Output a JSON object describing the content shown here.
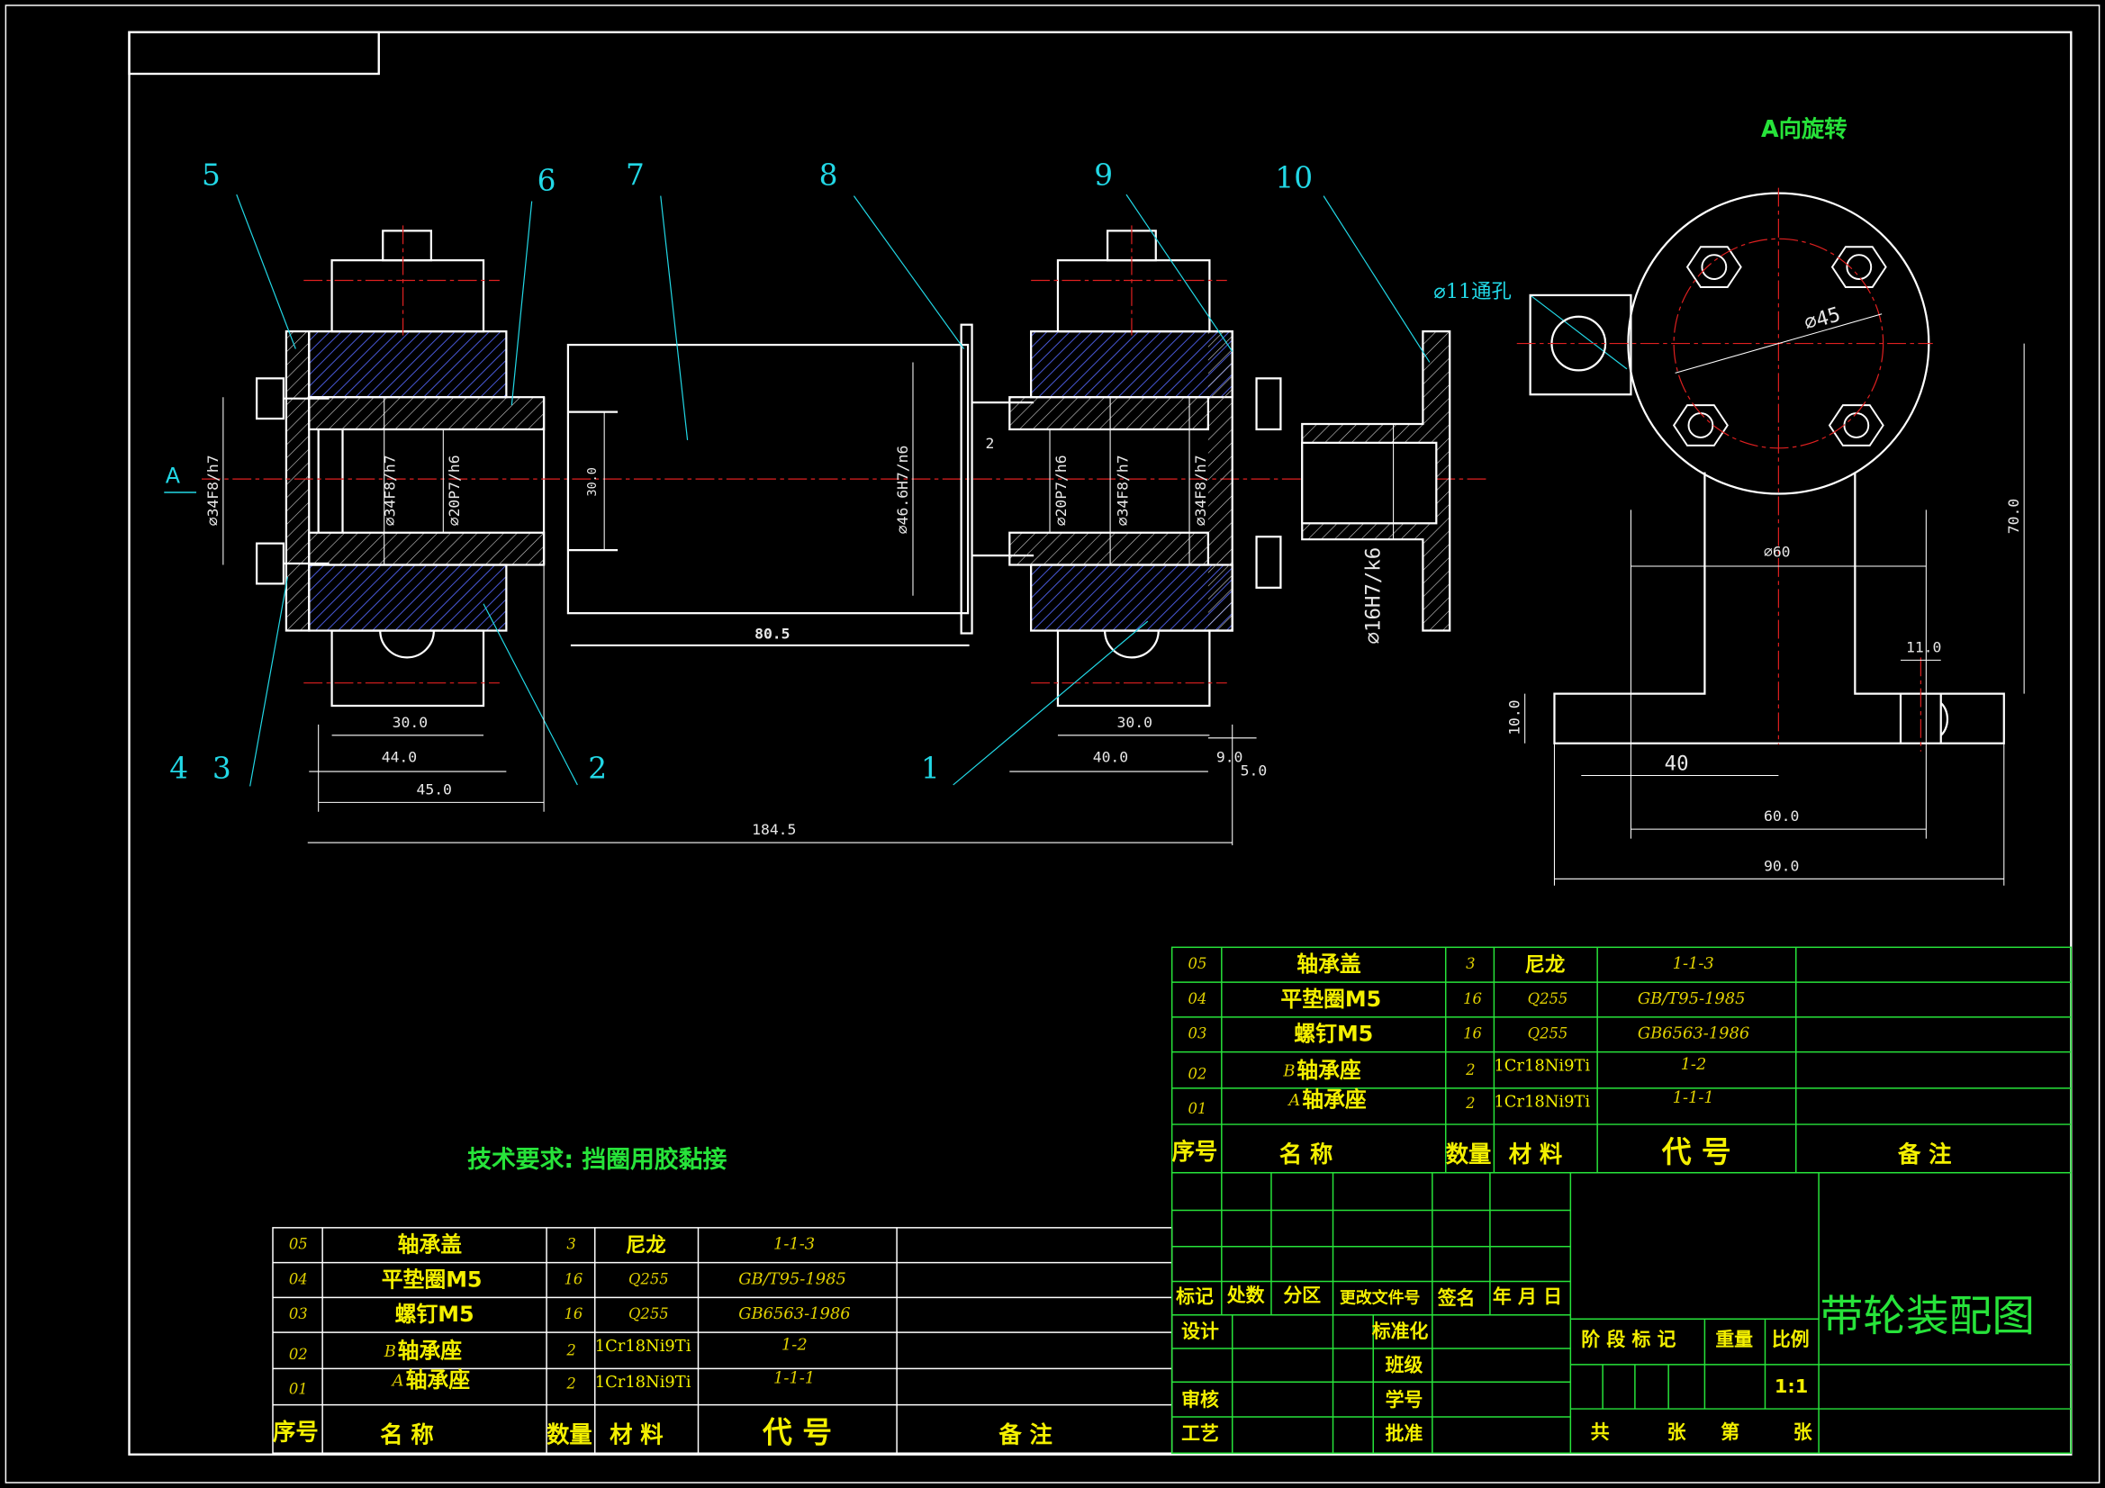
{
  "colors": {
    "background": "#000000",
    "outline": "#ffffff",
    "leader_cyan": "#22d8e6",
    "center_red": "#e02020",
    "hatch_blue": "#4a5adc",
    "table_green": "#27e33a",
    "text_yellow": "#f4f000"
  },
  "balloons": [
    "5",
    "6",
    "7",
    "8",
    "9",
    "10",
    "4",
    "3",
    "2",
    "1"
  ],
  "section_label": "A",
  "view_title": "A向旋转",
  "technical_requirement": "技术要求: 挡圈用胶黏接",
  "dimensions": {
    "left_fits": [
      "⌀34F8/h7",
      "⌀34F8/h7",
      "⌀20P7/h6"
    ],
    "tube_dia": "30.0",
    "tube_len": "80.5",
    "gap": "2",
    "flange_fit": "⌀46.6H7/n6",
    "right_fits": [
      "⌀20P7/h6",
      "⌀34F8/h7",
      "⌀34F8/h7"
    ],
    "coupling_fit": "⌀16H7/k6",
    "left_bottom": [
      "30.0",
      "44.0",
      "45.0"
    ],
    "overall": "184.5",
    "right_bottom": [
      "30.0",
      "40.0",
      "9.0",
      "5.0"
    ],
    "side_view": {
      "hole_note": "⌀11通孔",
      "bolt_circle": "⌀45",
      "width60": "⌀60",
      "height70": "70.0",
      "slot": "11.0",
      "base_h": "10.0",
      "offset40": "40",
      "span60": "60.0",
      "span90": "90.0"
    }
  },
  "parts_header": {
    "no": "序号",
    "name": "名 称",
    "qty": "数量",
    "material": "材 料",
    "code": "代 号",
    "remark": "备 注"
  },
  "parts": [
    {
      "no": "05",
      "prefix": "",
      "name": "轴承盖",
      "qty": "3",
      "material": "尼龙",
      "code": "1-1-3"
    },
    {
      "no": "04",
      "prefix": "",
      "name": "平垫圈M5",
      "qty": "16",
      "material": "Q255",
      "code": "GB/T95-1985"
    },
    {
      "no": "03",
      "prefix": "",
      "name": "螺钉M5",
      "qty": "16",
      "material": "Q255",
      "code": "GB6563-1986"
    },
    {
      "no": "02",
      "prefix": "B",
      "name": "轴承座",
      "qty": "2",
      "material": "1Cr18Ni9Ti",
      "code": "1-2"
    },
    {
      "no": "01",
      "prefix": "A",
      "name": "轴承座",
      "qty": "2",
      "material": "1Cr18Ni9Ti",
      "code": "1-1-1"
    }
  ],
  "title_block": {
    "drawing_name": "带轮装配图",
    "revision_headers": [
      "标记",
      "处数",
      "分区",
      "更改文件号",
      "签名",
      "年 月 日"
    ],
    "roles": [
      "设计",
      "审核",
      "工艺"
    ],
    "std_labels": [
      "标准化",
      "班级",
      "学号",
      "批准"
    ],
    "stage": "阶 段 标 记",
    "weight": "重量",
    "scale_label": "比例",
    "scale_value": "1:1",
    "sheet": [
      "共",
      "张",
      "第",
      "张"
    ]
  }
}
